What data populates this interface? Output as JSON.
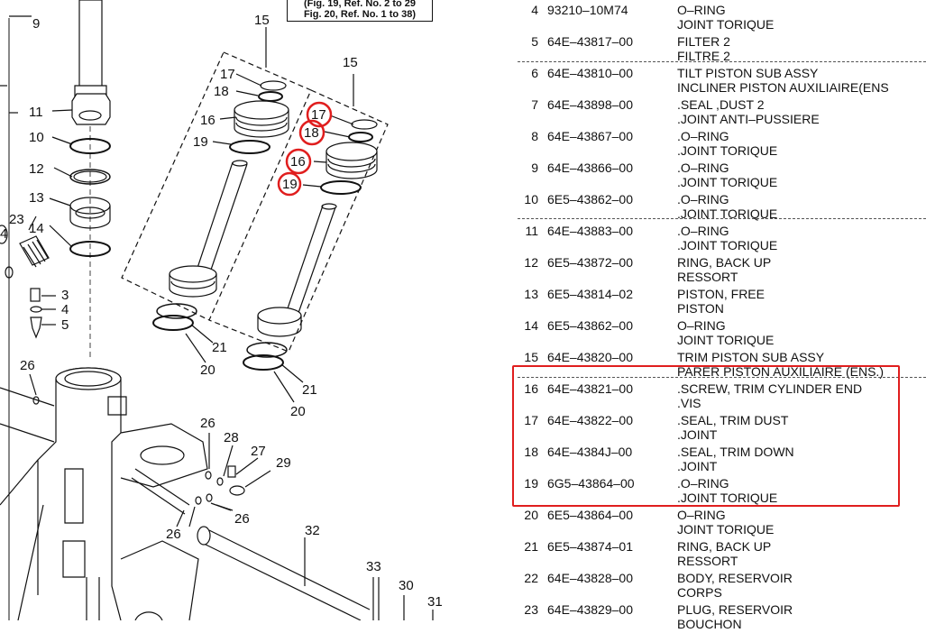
{
  "figure_reference": {
    "line1": "(Fig. 19, Ref. No. 2 to 29",
    "line2": "Fig. 20, Ref. No. 1 to 38)"
  },
  "diagram_callouts": [
    "9",
    "15",
    "15",
    "17",
    "18",
    "16",
    "19",
    "17",
    "18",
    "16",
    "19",
    "11",
    "10",
    "12",
    "13",
    "14",
    "23",
    "4",
    "3",
    "4",
    "5",
    "26",
    "21",
    "20",
    "21",
    "20",
    "26",
    "28",
    "27",
    "29",
    "26",
    "26",
    "32",
    "33",
    "30",
    "31"
  ],
  "highlighted_callouts": [
    "17",
    "18",
    "16",
    "19"
  ],
  "parts": [
    {
      "no": "4",
      "code": "93210–10M74",
      "desc": "O–RING",
      "desc2": "JOINT TORIQUE"
    },
    {
      "no": "5",
      "code": "64E–43817–00",
      "desc": "FILTER 2",
      "desc2": "FILTRE 2"
    },
    {
      "no": "6",
      "code": "64E–43810–00",
      "desc": "TILT PISTON SUB ASSY",
      "desc2": "INCLINER PISTON AUXILIAIRE(ENS"
    },
    {
      "no": "7",
      "code": "64E–43898–00",
      "desc": ".SEAL ,DUST 2",
      "desc2": ".JOINT ANTI–PUSSIERE"
    },
    {
      "no": "8",
      "code": "64E–43867–00",
      "desc": ".O–RING",
      "desc2": ".JOINT TORIQUE"
    },
    {
      "no": "9",
      "code": "64E–43866–00",
      "desc": ".O–RING",
      "desc2": ".JOINT TORIQUE"
    },
    {
      "no": "10",
      "code": "6E5–43862–00",
      "desc": ".O–RING",
      "desc2": ".JOINT TORIQUE"
    },
    {
      "no": "11",
      "code": "64E–43883–00",
      "desc": ".O–RING",
      "desc2": ".JOINT TORIQUE"
    },
    {
      "no": "12",
      "code": "6E5–43872–00",
      "desc": "RING, BACK UP",
      "desc2": "RESSORT"
    },
    {
      "no": "13",
      "code": "6E5–43814–02",
      "desc": "PISTON, FREE",
      "desc2": "PISTON"
    },
    {
      "no": "14",
      "code": "6E5–43862–00",
      "desc": "O–RING",
      "desc2": "JOINT TORIQUE"
    },
    {
      "no": "15",
      "code": "64E–43820–00",
      "desc": "TRIM PISTON SUB ASSY",
      "desc2": "PARER PISTON AUXILIAIRE (ENS.)"
    },
    {
      "no": "16",
      "code": "64E–43821–00",
      "desc": ".SCREW, TRIM CYLINDER END",
      "desc2": ".VIS"
    },
    {
      "no": "17",
      "code": "64E–43822–00",
      "desc": ".SEAL, TRIM DUST",
      "desc2": ".JOINT"
    },
    {
      "no": "18",
      "code": "64E–4384J–00",
      "desc": ".SEAL, TRIM DOWN",
      "desc2": ".JOINT"
    },
    {
      "no": "19",
      "code": "6G5–43864–00",
      "desc": ".O–RING",
      "desc2": ".JOINT TORIQUE"
    },
    {
      "no": "20",
      "code": "6E5–43864–00",
      "desc": "O–RING",
      "desc2": "JOINT TORIQUE"
    },
    {
      "no": "21",
      "code": "6E5–43874–01",
      "desc": "RING, BACK UP",
      "desc2": "RESSORT"
    },
    {
      "no": "22",
      "code": "64E–43828–00",
      "desc": "BODY, RESERVOIR",
      "desc2": "CORPS"
    },
    {
      "no": "23",
      "code": "64E–43829–00",
      "desc": "PLUG, RESERVOIR",
      "desc2": "BOUCHON"
    }
  ],
  "colors": {
    "highlight": "#e01e1e",
    "ink": "#111111",
    "paper": "#ffffff"
  }
}
